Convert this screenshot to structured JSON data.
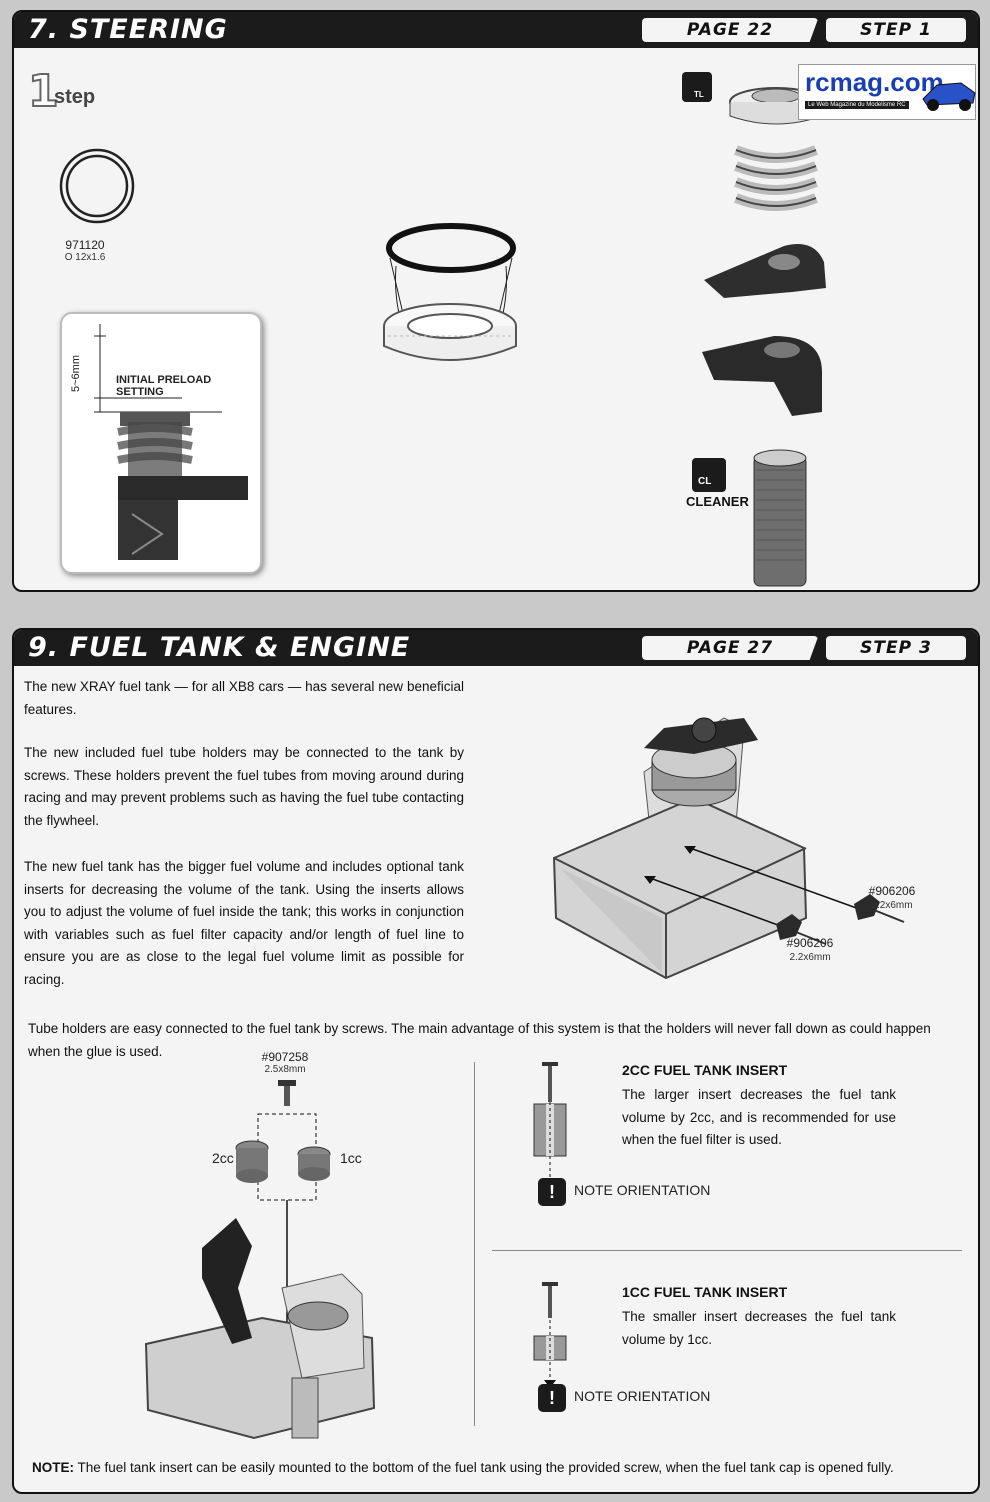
{
  "steering": {
    "title": "7. STEERING",
    "page_label": "PAGE 22",
    "step_label": "STEP 1",
    "step_number": "1",
    "step_word": "step",
    "oring_part": "971120",
    "oring_spec": "O 12x1.6",
    "preload_dim": "5~6mm",
    "preload_label": "INITIAL PRELOAD SETTING",
    "cleaner_badge": "CL",
    "cleaner_label": "CLEANER",
    "tl_badge": "TL",
    "logo_text": "rcmag.com",
    "logo_tagline": "Le Web Magazine du Modelisme RC"
  },
  "fuel": {
    "title": "9. FUEL TANK & ENGINE",
    "page_label": "PAGE 27",
    "step_label": "STEP 3",
    "paragraphs": [
      "The new XRAY fuel tank — for all XB8 cars — has several new beneficial features.",
      "The new included fuel tube holders may be connected to the tank by screws. These holders prevent the fuel tubes from moving around during racing and may prevent problems such as having the fuel tube contacting the flywheel.",
      "The new fuel tank has the bigger fuel volume and includes optional tank inserts for decreasing the volume of the tank. Using the inserts allows you to adjust the volume of fuel inside the tank; this works in conjunction with variables such as fuel filter capacity and/or length of fuel line to ensure you are as close to the legal fuel volume limit as possible for racing."
    ],
    "screw_parts": [
      {
        "part": "#906206",
        "spec": "2.2x6mm"
      },
      {
        "part": "#906206",
        "spec": "2.2x6mm"
      }
    ],
    "tube_holders_text": "Tube holders are easy connected to the fuel tank by screws. The main advantage of this system is that the holders will never fall down as could happen when the glue is used.",
    "insert_screw": {
      "part": "#907258",
      "spec": "2.5x8mm"
    },
    "insert_2cc_label": "2cc",
    "insert_1cc_label": "1cc",
    "insert_2cc": {
      "title": "2CC FUEL TANK INSERT",
      "text": "The larger insert decreases the fuel tank volume by 2cc, and is recommended for use when the fuel filter is used.",
      "note": "NOTE ORIENTATION"
    },
    "insert_1cc": {
      "title": "1CC FUEL TANK INSERT",
      "text": "The smaller insert decreases the fuel tank volume by 1cc.",
      "note": "NOTE ORIENTATION"
    },
    "note_label": "NOTE:",
    "note_text": "The fuel tank insert can be easily mounted to the bottom of the fuel tank using the provided screw, when the fuel tank cap is opened fully."
  }
}
